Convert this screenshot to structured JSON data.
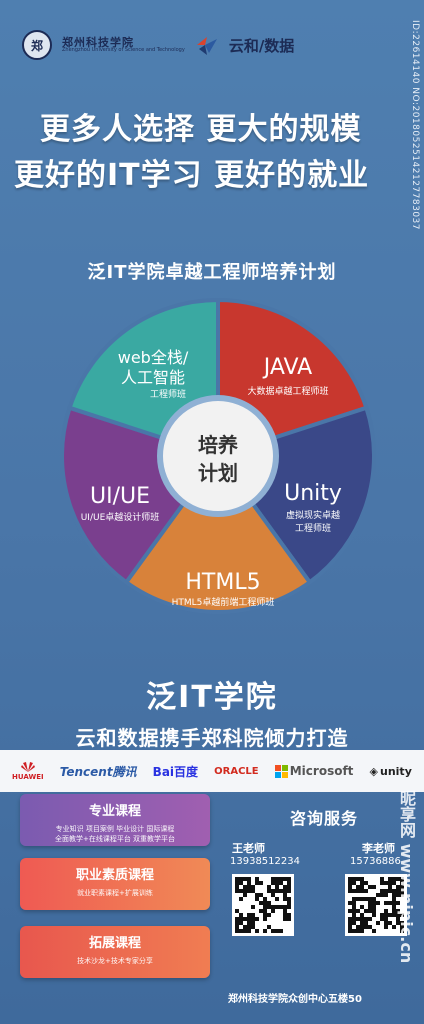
{
  "header": {
    "school_name": "郑州科技学院",
    "school_en": "Zhengzhou University of Science and Technology",
    "brand_name": "云和/数据"
  },
  "side_id": "ID:22614140 NO:20180525142127783037",
  "headline": {
    "line1": "更多人选择  更大的规模",
    "line2": "更好的IT学习  更好的就业"
  },
  "plan_title": "泛IT学院卓越工程师培养计划",
  "pie": {
    "center_line1": "培养",
    "center_line2": "计划",
    "segments": [
      {
        "title": "JAVA",
        "subtitle": "大数据卓越工程师班",
        "color": "#c8372e"
      },
      {
        "title": "Unity",
        "subtitle": "虚拟现实卓越",
        "subtitle2": "工程师班",
        "color": "#3a4888"
      },
      {
        "title": "HTML5",
        "subtitle": "HTML5卓越前端工程师班",
        "color": "#d8823a"
      },
      {
        "title": "UI/UE",
        "subtitle": "UI/UE卓越设计师班",
        "color": "#7a3f8e"
      },
      {
        "title": "web全栈/",
        "title2": "人工智能",
        "subtitle": "工程师班",
        "color": "#3aa9a2"
      }
    ]
  },
  "brand_block": {
    "title": "泛IT学院",
    "subtitle": "云和数据携手郑科院倾力打造"
  },
  "partners": [
    "HUAWEI",
    "Tencent腾讯",
    "Bai百度",
    "ORACLE",
    "Microsoft",
    "unity"
  ],
  "cards": [
    {
      "title": "专业课程",
      "desc1": "专业知识  项目案例 毕业设计  国际课程",
      "desc2": "全面教学+在线课程平台  双重教学平台"
    },
    {
      "title": "职业素质课程",
      "desc1": "就业职素课程+扩展训练"
    },
    {
      "title": "拓展课程",
      "desc1": "技术沙龙+技术专家分享"
    }
  ],
  "consult": {
    "title": "咨询服务",
    "teacher1_name": "王老师",
    "teacher1_phone": "13938512234",
    "teacher2_name": "李老师",
    "teacher2_phone": "15736886",
    "address": "郑州科技学院众创中心五楼50"
  },
  "watermark": "昵享网 www.nipic.cn"
}
